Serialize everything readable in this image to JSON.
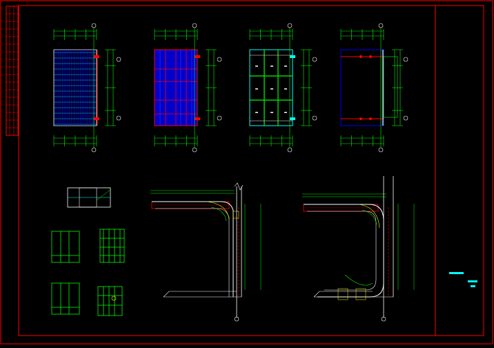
{
  "drawing": {
    "colors": {
      "frame": "#ff0000",
      "dim": "#00ff00",
      "rebar": "#0000ff",
      "outline": "#ffffff",
      "accent": "#00ffff",
      "text": "#ffff00",
      "hatch": "#ff0000",
      "background": "#000000"
    },
    "title_block_text": "",
    "plan_tags": [
      "",
      ""
    ],
    "legend_bars": [
      "",
      "",
      ""
    ],
    "views": [
      {
        "name": "plan-1",
        "caption": ""
      },
      {
        "name": "plan-2",
        "caption": ""
      },
      {
        "name": "plan-3",
        "caption": ""
      },
      {
        "name": "plan-4",
        "caption": ""
      },
      {
        "name": "detail-section-a",
        "caption": ""
      },
      {
        "name": "detail-section-b",
        "caption": ""
      },
      {
        "name": "section-1",
        "caption": ""
      },
      {
        "name": "section-2",
        "caption": ""
      }
    ]
  }
}
